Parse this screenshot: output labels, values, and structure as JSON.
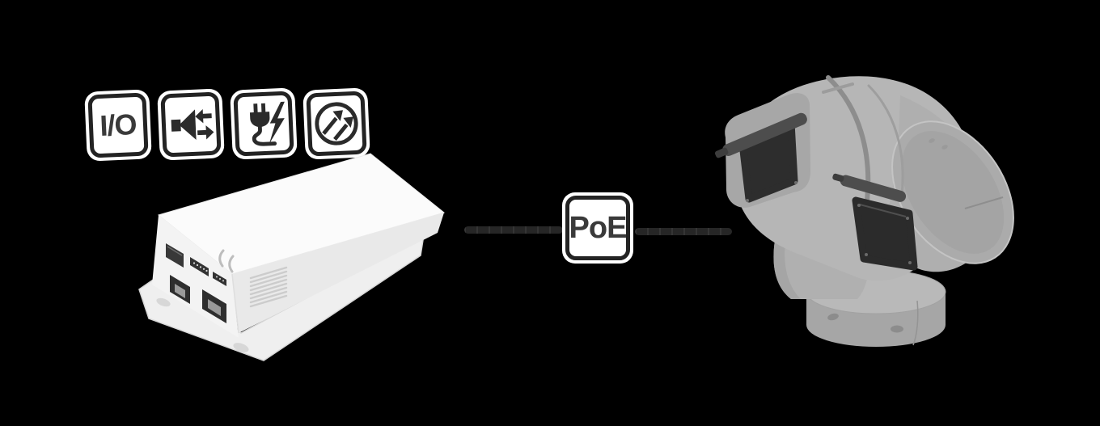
{
  "scene": {
    "background_color": "#000000"
  },
  "feature_badges": {
    "io": {
      "label": "I/O",
      "icon": "io-text"
    },
    "audio": {
      "icon": "speaker-audio-in-out-icon"
    },
    "power": {
      "icon": "power-plug-lightning-icon"
    },
    "relay": {
      "icon": "dual-arrows-circle-icon"
    }
  },
  "connection": {
    "poe_label": "PoE",
    "cable_color": "#262626"
  },
  "devices": {
    "interface_box": {
      "name": "io-audio-interface-box",
      "body_color": "#f3f3f3",
      "ports": [
        "card-slot",
        "terminal-block",
        "aux-connector",
        "rj45-port-1",
        "rj45-port-2",
        "vent-grille"
      ]
    },
    "camera": {
      "name": "ptz-network-camera",
      "body_color": "#b5b5b5",
      "window_color": "#2d2d2d"
    }
  },
  "colors": {
    "badge_border": "#232323",
    "badge_text": "#3a3a3a",
    "badge_background": "#ffffff"
  }
}
